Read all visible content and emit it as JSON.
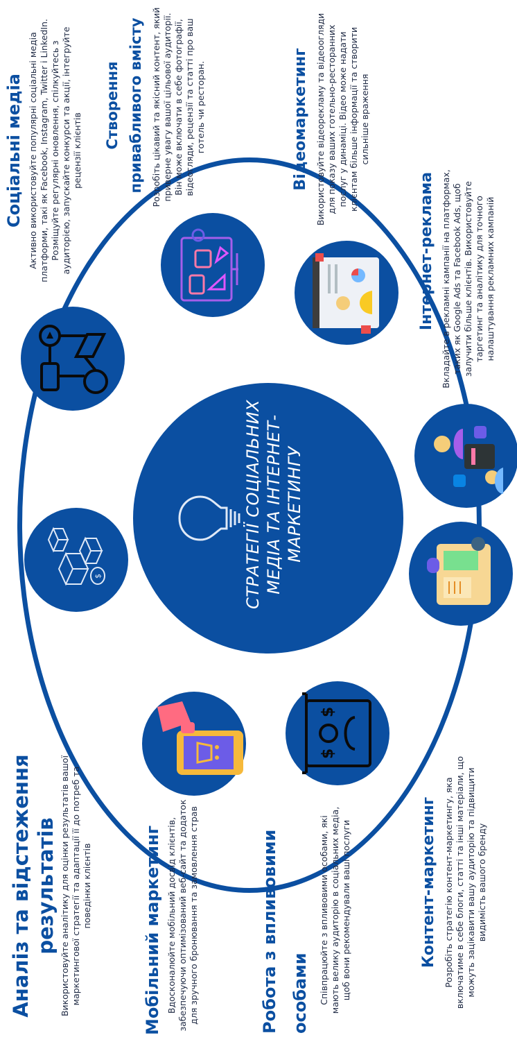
{
  "colors": {
    "primary": "#0b4fa1",
    "text": "#1f2a44",
    "background": "#ffffff"
  },
  "center": {
    "title": "СТРАТЕГІЇ СОЦІАЛЬНИХ МЕДІА ТА ІНТЕРНЕТ-МАРКЕТИНГУ",
    "icon": "lightbulb-icon"
  },
  "sections": {
    "analysis": {
      "title": "Аналіз та відстеження результатів",
      "text": "Використовуйте аналітику для оцінки результатів вашої маркетингової стратегії та адаптації її до потреб та поведінки клієнтів",
      "icon": "boxes-coin-icon"
    },
    "mobile": {
      "title": "Мобільний маркетинг",
      "text": "Вдосконалюйте мобільний досвід клієнтів, забезпечуючи оптимізований веб-сайт та додаток для зручного бронювання та замовлення страв",
      "icon": "phone-shopping-icon"
    },
    "influencers": {
      "title": "Робота з впливовими особами",
      "text": "Співпрацюйте з впливовими особами, які мають велику аудиторію в соціальних медіа, щоб вони рекомендували ваші послуги",
      "icon": "influencer-money-icon"
    },
    "content_marketing": {
      "title": "Контент-маркетинг",
      "text": "Розробіть стратегію контент-маркетингу, яка включатиме в себе блоги, статті та інші матеріали, що можуть зацікавити вашу аудиторію та підвищити видимість вашого бренду",
      "icon": "content-board-icon"
    },
    "social_media": {
      "title": "Соціальні медіа",
      "text": "Активно використовуйте популярні соціальні медіа платформи, такі як Facebook, Instagram, Twitter і LinkedIn. Розміщуйте регулярні оновлення, спілкуйтесь з аудиторією, запускайте конкурси та акції, інтегруйте рецензії клієнтів",
      "icon": "megaphone-network-icon"
    },
    "engaging_content": {
      "title": "Створення привабливого вмісту",
      "text": "Розробіть цікавий та якісний контент, який приверне увагу вашої цільової аудиторії. Він може включати в себе фотографії, відеогляди, рецензії та статті про ваш готель чи ресторан.",
      "icon": "content-creation-icon"
    },
    "video": {
      "title": "Відеомаркетинг",
      "text": "Використовуйте відеорекламу та відеоогляди для показу ваших готельно-ресторанних послуг у динаміці. Відео може надати клієнтам більше інформації та створити сильніше враження",
      "icon": "video-presentation-icon"
    },
    "internet_ads": {
      "title": "Інтернет-реклама",
      "text": "Вкладайте в рекламні кампанії на платформах, таких як Google Ads та Facebook Ads, щоб залучити більше клієнтів. Використовуйте таргетинг та аналітику для точного налаштування рекламних кампаній",
      "icon": "online-ads-icon"
    }
  }
}
